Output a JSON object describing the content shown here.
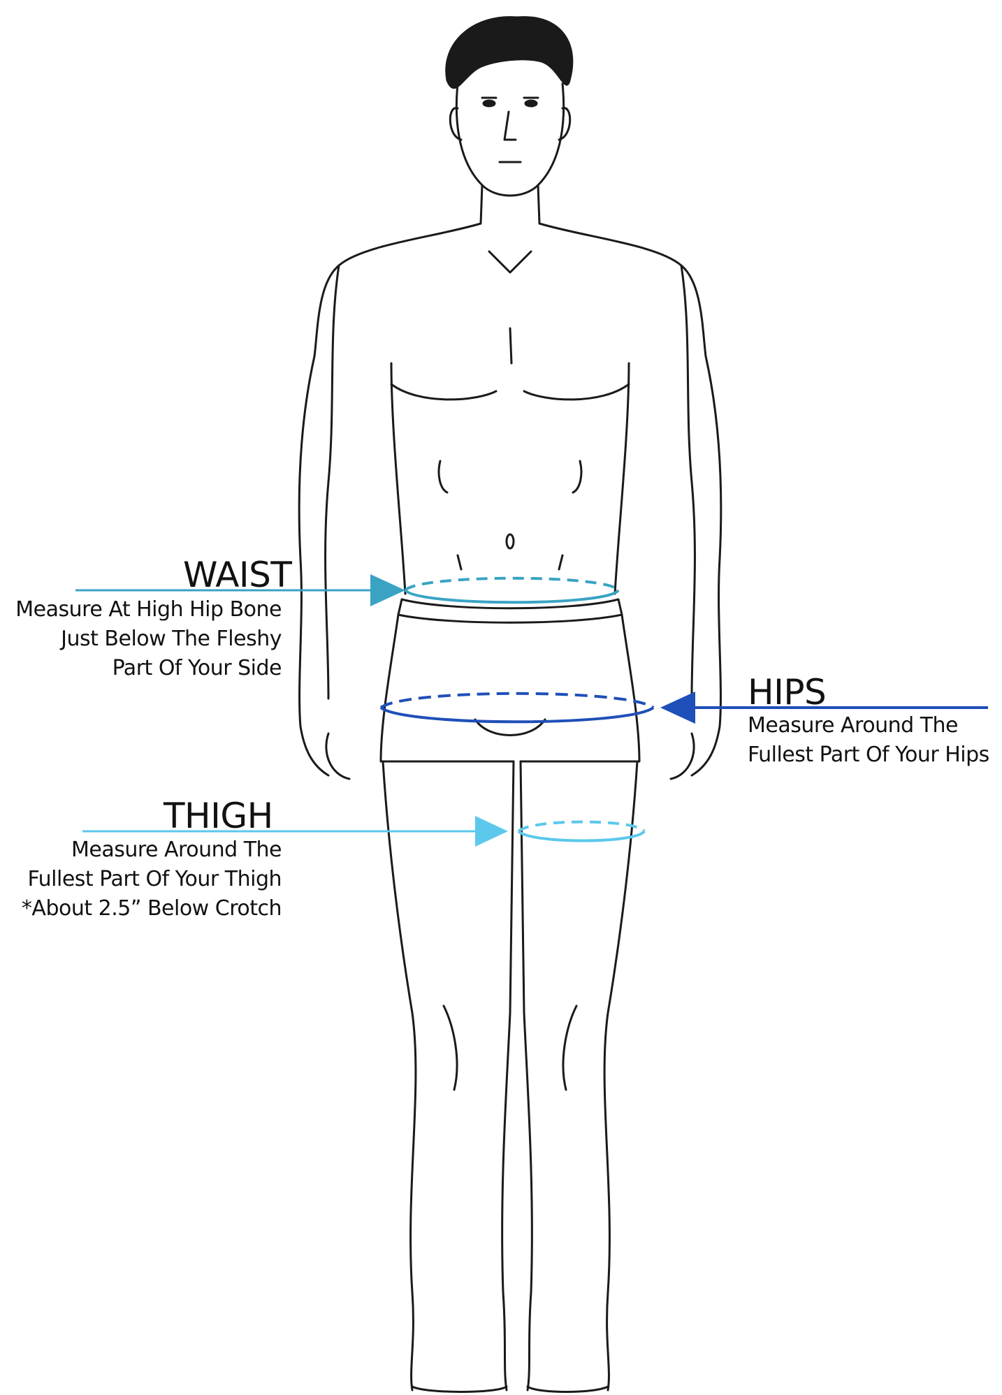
{
  "waist": {
    "title": "WAIST",
    "lines": [
      "Measure At High Hip Bone",
      "Just Below The Fleshy",
      "Part Of Your Side"
    ],
    "color": "#3aa3c4"
  },
  "hips": {
    "title": "HIPS",
    "lines": [
      "Measure Around The",
      "Fullest Part Of Your Hips"
    ],
    "color": "#1f4fb8"
  },
  "thigh": {
    "title": "THIGH",
    "lines": [
      "Measure Around The",
      "Fullest Part Of Your Thigh",
      "*About 2.5” Below Crotch"
    ],
    "color": "#5cc8ec"
  }
}
